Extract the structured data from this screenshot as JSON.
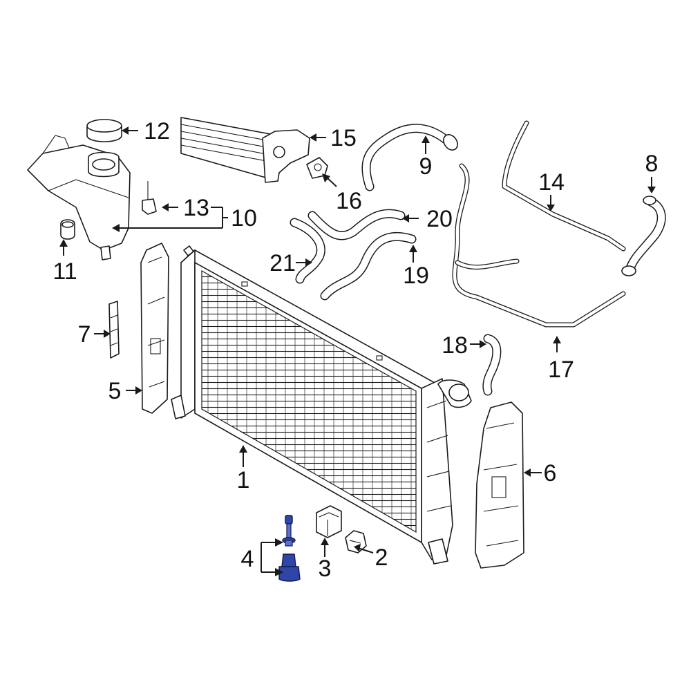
{
  "callouts": [
    {
      "id": "1",
      "label": "1"
    },
    {
      "id": "2",
      "label": "2"
    },
    {
      "id": "3",
      "label": "3"
    },
    {
      "id": "4",
      "label": "4"
    },
    {
      "id": "5",
      "label": "5"
    },
    {
      "id": "6",
      "label": "6"
    },
    {
      "id": "7",
      "label": "7"
    },
    {
      "id": "8",
      "label": "8"
    },
    {
      "id": "9",
      "label": "9"
    },
    {
      "id": "10",
      "label": "10"
    },
    {
      "id": "11",
      "label": "11"
    },
    {
      "id": "12",
      "label": "12"
    },
    {
      "id": "13",
      "label": "13"
    },
    {
      "id": "14",
      "label": "14"
    },
    {
      "id": "15",
      "label": "15"
    },
    {
      "id": "16",
      "label": "16"
    },
    {
      "id": "17",
      "label": "17"
    },
    {
      "id": "18",
      "label": "18"
    },
    {
      "id": "19",
      "label": "19"
    },
    {
      "id": "20",
      "label": "20"
    },
    {
      "id": "21",
      "label": "21"
    }
  ],
  "highlighted_part": "4",
  "colors": {
    "line": "#1a1a1a",
    "highlight": "#2f45a8",
    "background": "#ffffff"
  }
}
